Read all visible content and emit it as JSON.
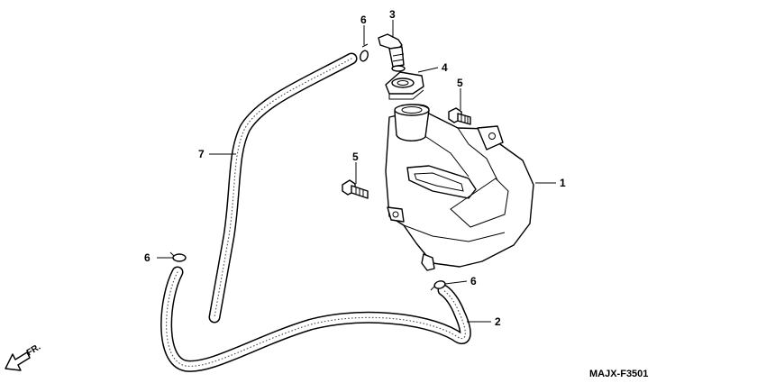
{
  "diagram_code": "MAJX-F3501",
  "direction_label": "FR.",
  "callouts": {
    "reserve_tank": "1",
    "lower_hose": "2",
    "cap_fitting": "3",
    "tank_cap": "4",
    "bolt_upper": "5",
    "bolt_lower": "5",
    "clip_top": "6",
    "clip_left": "6",
    "clip_right": "6",
    "overflow_hose": "7"
  },
  "icons": {
    "direction_arrow": "arrow-down-left-icon"
  }
}
